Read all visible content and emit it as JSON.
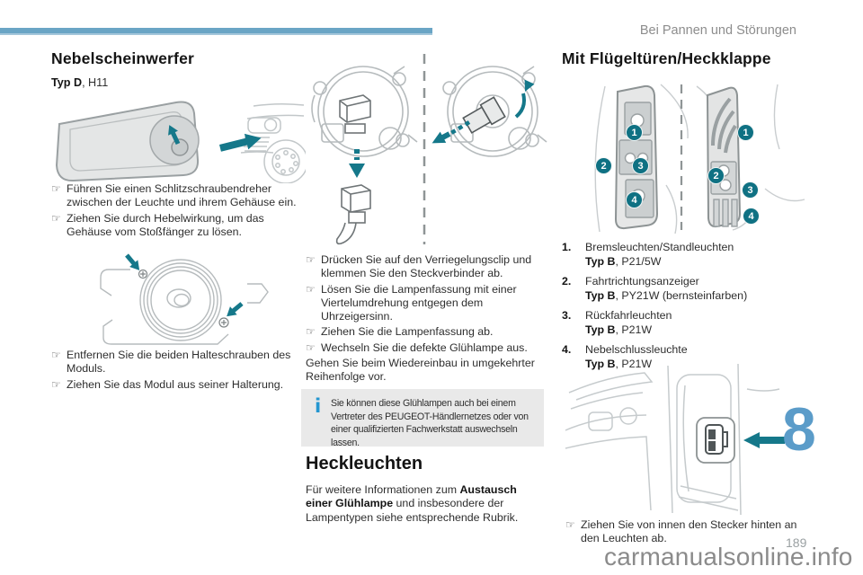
{
  "header": {
    "breadcrumb": "Bei Pannen und Störungen"
  },
  "chapter": {
    "number": "8"
  },
  "footer": {
    "page_number": "189",
    "watermark": "carmanualsonline.info"
  },
  "glyphs": {
    "pointer": "☞",
    "info": "i"
  },
  "colors": {
    "accent_teal": "#0f7183",
    "chapter_blue": "#5b9cc9",
    "bar_blue": "#6aa5c5",
    "info_blue": "#2496d0",
    "infobox_bg": "#e9e9e9"
  },
  "fog": {
    "title": "Nebelscheinwerfer",
    "type_bold": "Typ D",
    "type_rest": ", H11",
    "steps_a": [
      "Führen Sie einen Schlitzschraubendreher zwischen der Leuchte und ihrem Gehäuse ein.",
      "Ziehen Sie durch Hebelwirkung, um das Gehäuse vom Stoßfänger zu lösen."
    ],
    "steps_b": [
      "Entfernen Sie die beiden Halteschrauben des Moduls.",
      "Ziehen Sie das Modul aus seiner Halterung."
    ],
    "steps_c": [
      "Drücken Sie auf den Verriegelungsclip und klemmen Sie den Steckverbinder ab.",
      "Lösen Sie die Lampenfassung mit einer Viertelumdrehung entgegen dem Uhrzeigersinn.",
      "Ziehen Sie die Lampenfassung ab.",
      "Wechseln Sie die defekte Glühlampe aus."
    ],
    "steps_c_outro": "Gehen Sie beim Wiedereinbau in umgekehrter Reihenfolge vor."
  },
  "info_box": {
    "text": "Sie können diese Glühlampen auch bei einem Vertreter des PEUGEOT-Händlernetzes oder von einer qualifizierten Fachwerkstatt auswechseln lassen."
  },
  "rear_lights": {
    "title": "Heckleuchten",
    "para_pre": "Für weitere Informationen zum ",
    "para_bold": "Austausch einer Glühlampe",
    "para_post": " und insbesondere der Lampentypen siehe entsprechende Rubrik."
  },
  "wing_doors": {
    "title": "Mit Flügeltüren/Heckklappe",
    "items": [
      {
        "num": "1.",
        "name": "Bremsleuchten/Standleuchten",
        "type_bold": "Typ B",
        "type_rest": ", P21/5W"
      },
      {
        "num": "2.",
        "name": "Fahrtrichtungsanzeiger",
        "type_bold": "Typ B",
        "type_rest": ", PY21W (bernsteinfarben)"
      },
      {
        "num": "3.",
        "name": "Rückfahrleuchten",
        "type_bold": "Typ B",
        "type_rest": ", P21W"
      },
      {
        "num": "4.",
        "name": "Nebelschlussleuchte",
        "type_bold": "Typ B",
        "type_rest": ", P21W"
      }
    ],
    "callouts": [
      "1",
      "2",
      "3",
      "4"
    ],
    "step": "Ziehen Sie von innen den Stecker hinten an den Leuchten ab."
  }
}
